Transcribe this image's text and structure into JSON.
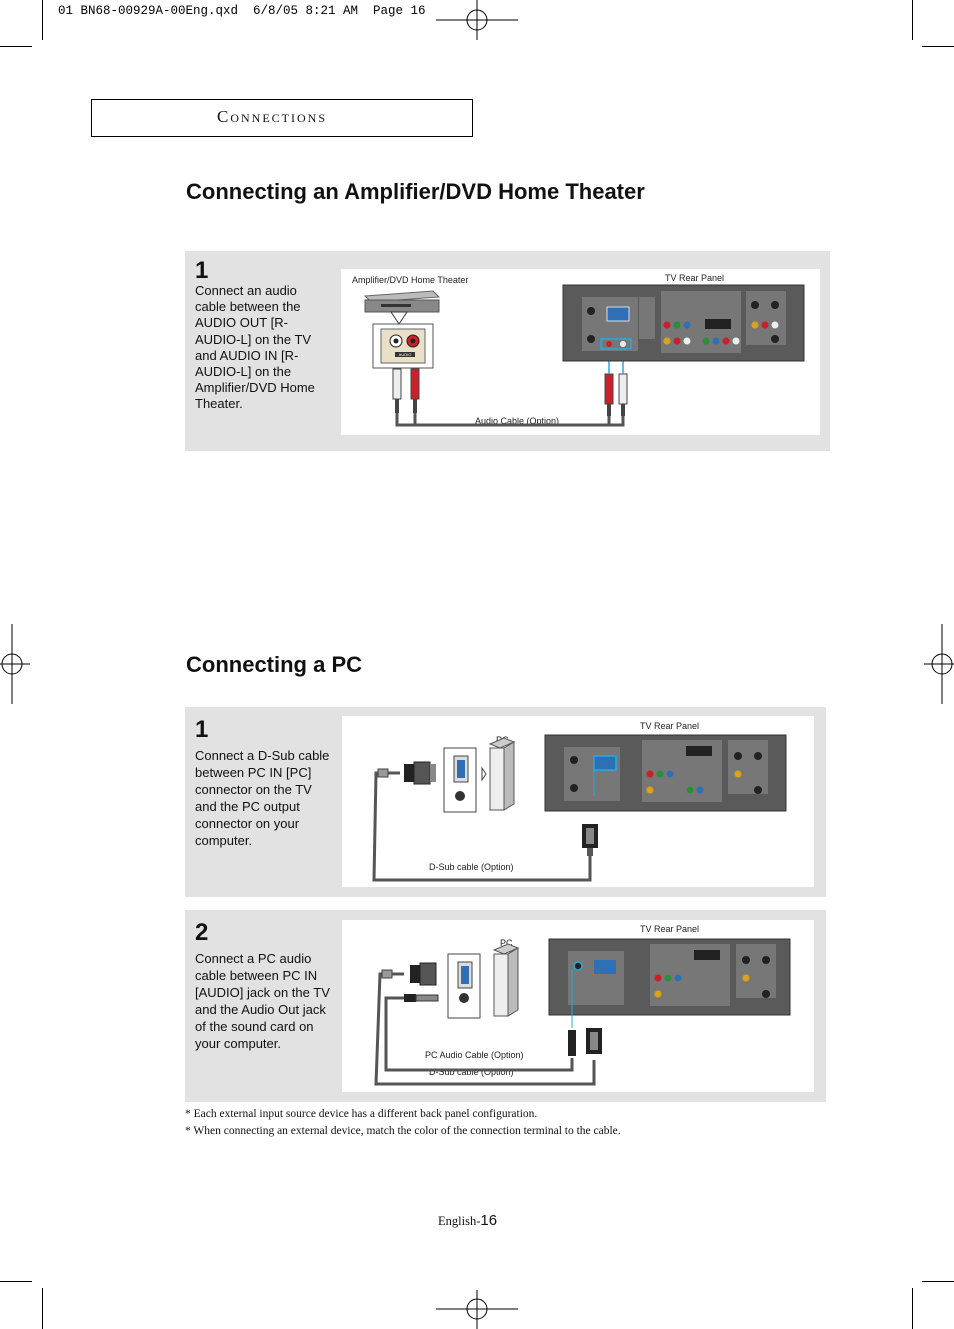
{
  "print_header": "01 BN68-00929A-00Eng.qxd  6/8/05 8:21 AM  Page 16",
  "section_title": "Connections",
  "section1": {
    "title": "Connecting an Amplifier/DVD Home Theater",
    "step": {
      "number": "1",
      "text": "Connect an audio cable between the AUDIO OUT [R-AUDIO-L] on the TV and AUDIO IN [R-AUDIO-L] on the Amplifier/DVD Home Theater.",
      "device_label": "Amplifier/DVD Home Theater",
      "tv_label": "TV Rear Panel",
      "cable_label": "Audio Cable (Option)",
      "jack_label": "AUDIO"
    }
  },
  "section2": {
    "title": "Connecting a PC",
    "step1": {
      "number": "1",
      "text": "Connect a D-Sub cable between PC IN [PC] connector on the TV and the PC output connector on your computer.",
      "pc_label": "PC",
      "tv_label": "TV Rear Panel",
      "cable_label": "D-Sub cable (Option)"
    },
    "step2": {
      "number": "2",
      "text": "Connect a PC audio cable between PC IN [AUDIO] jack on the TV and the Audio Out jack of the sound card on your computer.",
      "pc_label": "PC",
      "tv_label": "TV Rear Panel",
      "cable_label_audio": "PC Audio Cable (Option)",
      "cable_label_dsub": "D-Sub cable (Option)"
    }
  },
  "notes": [
    "* Each external input source device has a different back panel configuration.",
    "* When connecting an external device, match the color of the connection terminal to the cable."
  ],
  "footer": {
    "prefix": "English-",
    "page": "16"
  },
  "colors": {
    "panel_bg": "#e2e2e2",
    "tv_panel": "#555555",
    "cable_red": "#cc1f2a",
    "cable_white": "#eeeeee",
    "highlight": "#29a8e0"
  }
}
